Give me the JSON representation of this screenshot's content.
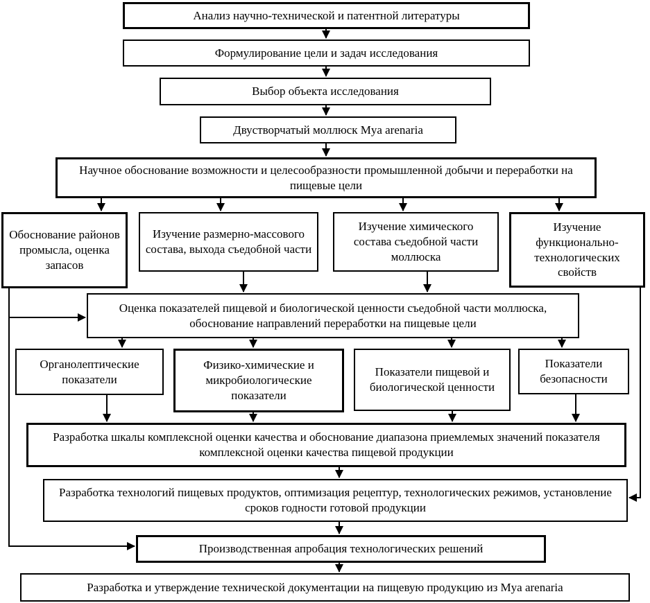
{
  "diagram": {
    "colors": {
      "background": "#ffffff",
      "box_border": "#000000",
      "arrow": "#000000",
      "text": "#000000"
    },
    "nodes": {
      "b1": {
        "label": "Анализ научно-технической и патентной литературы"
      },
      "b2": {
        "label": "Формулирование цели и задач исследования"
      },
      "b3": {
        "label": "Выбор объекта исследования"
      },
      "b4": {
        "label": "Двустворчатый моллюск Mya arenaria"
      },
      "b5": {
        "label": "Научное обоснование возможности и целесообразности промышленной добычи и переработки на пищевые цели"
      },
      "a1": {
        "label": "Обоснование районов промысла, оценка запасов"
      },
      "a2": {
        "label": "Изучение размерно-массового состава, выхода съедобной части"
      },
      "a3": {
        "label": "Изучение химического состава съедобной части моллюска"
      },
      "a4": {
        "label": "Изучение функционально-технологических свойств"
      },
      "b6": {
        "label": "Оценка показателей пищевой и биологической ценности съедобной части моллюска, обоснование направлений переработки на пищевые цели"
      },
      "c1": {
        "label": "Органолептические показатели"
      },
      "c2": {
        "label": "Физико-химические и микробиологические показатели"
      },
      "c3": {
        "label": "Показатели пищевой и биологической ценности"
      },
      "c4": {
        "label": "Показатели безопасности"
      },
      "b7": {
        "label": "Разработка шкалы комплексной оценки качества и обоснование диапазона приемлемых значений показателя комплексной оценки качества пищевой продукции"
      },
      "b8": {
        "label": "Разработка технологий пищевых продуктов, оптимизация рецептур, технологических режимов, установление сроков годности готовой продукции"
      },
      "b9": {
        "label": "Производственная апробация технологических решений"
      },
      "b10": {
        "label": "Разработка и утверждение технической документации на пищевую продукцию из Mya arenaria"
      }
    },
    "edges": [
      {
        "from": "b1",
        "to": "b2"
      },
      {
        "from": "b2",
        "to": "b3"
      },
      {
        "from": "b3",
        "to": "b4"
      },
      {
        "from": "b4",
        "to": "b5"
      },
      {
        "from": "b5",
        "to": "a1"
      },
      {
        "from": "b5",
        "to": "a2"
      },
      {
        "from": "b5",
        "to": "a3"
      },
      {
        "from": "b5",
        "to": "a4"
      },
      {
        "from": "a2",
        "to": "b6"
      },
      {
        "from": "a3",
        "to": "b6"
      },
      {
        "from": "a1",
        "to": "b6",
        "route": "left-side"
      },
      {
        "from": "a1",
        "to": "b9",
        "route": "left-side"
      },
      {
        "from": "a4",
        "to": "b8",
        "route": "right-side"
      },
      {
        "from": "b6",
        "to": "c1"
      },
      {
        "from": "b6",
        "to": "c2"
      },
      {
        "from": "b6",
        "to": "c3"
      },
      {
        "from": "b6",
        "to": "c4"
      },
      {
        "from": "c1",
        "to": "b7"
      },
      {
        "from": "c2",
        "to": "b7"
      },
      {
        "from": "c3",
        "to": "b7"
      },
      {
        "from": "c4",
        "to": "b7"
      },
      {
        "from": "b7",
        "to": "b8"
      },
      {
        "from": "b8",
        "to": "b9"
      },
      {
        "from": "b9",
        "to": "b10"
      }
    ]
  }
}
